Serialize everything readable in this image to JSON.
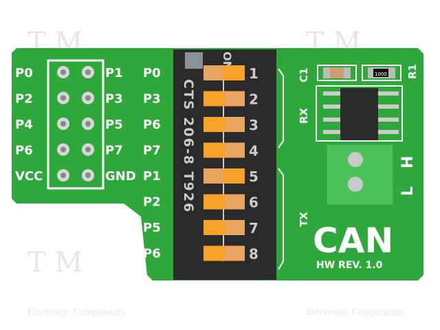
{
  "watermark": {
    "logo": "TME",
    "caption": "Electronic Components"
  },
  "colors": {
    "pcb": "#2ea83a",
    "switch_body": "#2a2a2a",
    "switch_toggle": "#f7a128",
    "terminal": "#4cc35a"
  },
  "left_header": {
    "left_labels": [
      "P0",
      "P2",
      "P4",
      "P6",
      "VCC"
    ],
    "right_labels": [
      "P1",
      "P3",
      "P5",
      "P7",
      "GND"
    ]
  },
  "right_labels": [
    "P0",
    "P3",
    "P6",
    "P7",
    "P1",
    "P2",
    "P5",
    "P6"
  ],
  "dip_switch": {
    "on_label": "ON",
    "maker": "CTS 206-8 T926",
    "numbers": [
      "1",
      "2",
      "3",
      "4",
      "5",
      "6",
      "7",
      "8"
    ],
    "positions_on": [
      true,
      false,
      false,
      false,
      true,
      false,
      false,
      false
    ]
  },
  "labels": {
    "rx": "RX",
    "tx": "TX",
    "c1": "C1",
    "r1": "R1",
    "resistor": "1000",
    "h": "H",
    "l": "L",
    "title": "CAN",
    "rev": "HW REV. 1.0"
  }
}
